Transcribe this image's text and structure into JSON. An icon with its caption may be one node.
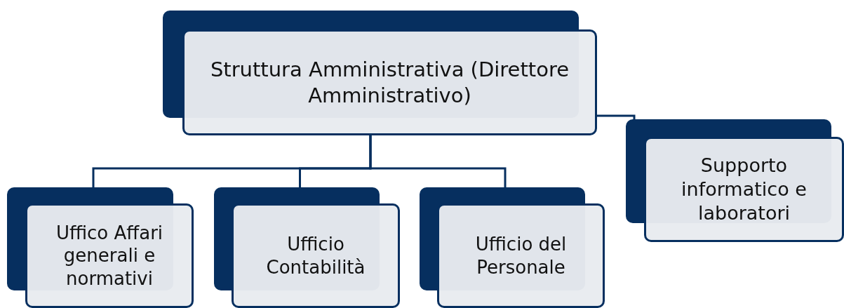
{
  "diagram": {
    "nodes": [
      {
        "text": [
          "Struttura Amministrativa (Direttore Amministrativo)"
        ]
      },
      {
        "text": [
          "Supporto informatico e laboratori"
        ]
      },
      {
        "text": [
          "Uffico Affari generali e normativi"
        ]
      },
      {
        "text": [
          "Ufficio Contabilità"
        ]
      },
      {
        "text": [
          "Ufficio del Personale"
        ]
      }
    ],
    "edges": [
      {
        "from": 0,
        "to": 1,
        "arrow": "none"
      },
      {
        "from": 0,
        "to": 2,
        "arrow": "none"
      },
      {
        "from": 0,
        "to": 3,
        "arrow": "none"
      },
      {
        "from": 0,
        "to": 4,
        "arrow": "none"
      }
    ]
  }
}
